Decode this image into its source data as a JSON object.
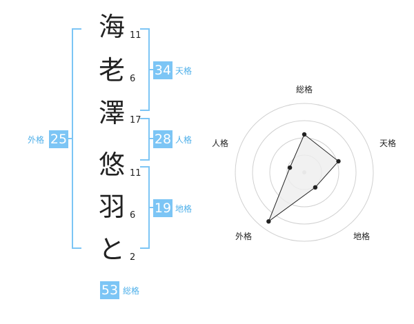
{
  "characters": [
    {
      "char": "海",
      "strokes": "11"
    },
    {
      "char": "老",
      "strokes": "6"
    },
    {
      "char": "澤",
      "strokes": "17"
    },
    {
      "char": "悠",
      "strokes": "11"
    },
    {
      "char": "羽",
      "strokes": "6"
    },
    {
      "char": "と",
      "strokes": "2"
    }
  ],
  "groups": {
    "tenkaku": {
      "label": "天格",
      "value": "34"
    },
    "jinkaku": {
      "label": "人格",
      "value": "28"
    },
    "chikaku": {
      "label": "地格",
      "value": "19"
    },
    "gaikaku": {
      "label": "外格",
      "value": "25"
    },
    "soukaku": {
      "label": "総格",
      "value": "53"
    }
  },
  "chart_data": {
    "type": "radar",
    "axes": [
      "総格",
      "天格",
      "地格",
      "外格",
      "人格"
    ],
    "values": [
      0.55,
      0.52,
      0.27,
      0.88,
      0.22
    ],
    "rings": 4,
    "range": [
      0,
      1
    ]
  },
  "colors": {
    "accent": "#7cc5f5",
    "accent_text": "#4fb0ea",
    "fill": "#eeeeee",
    "line": "#222222"
  }
}
